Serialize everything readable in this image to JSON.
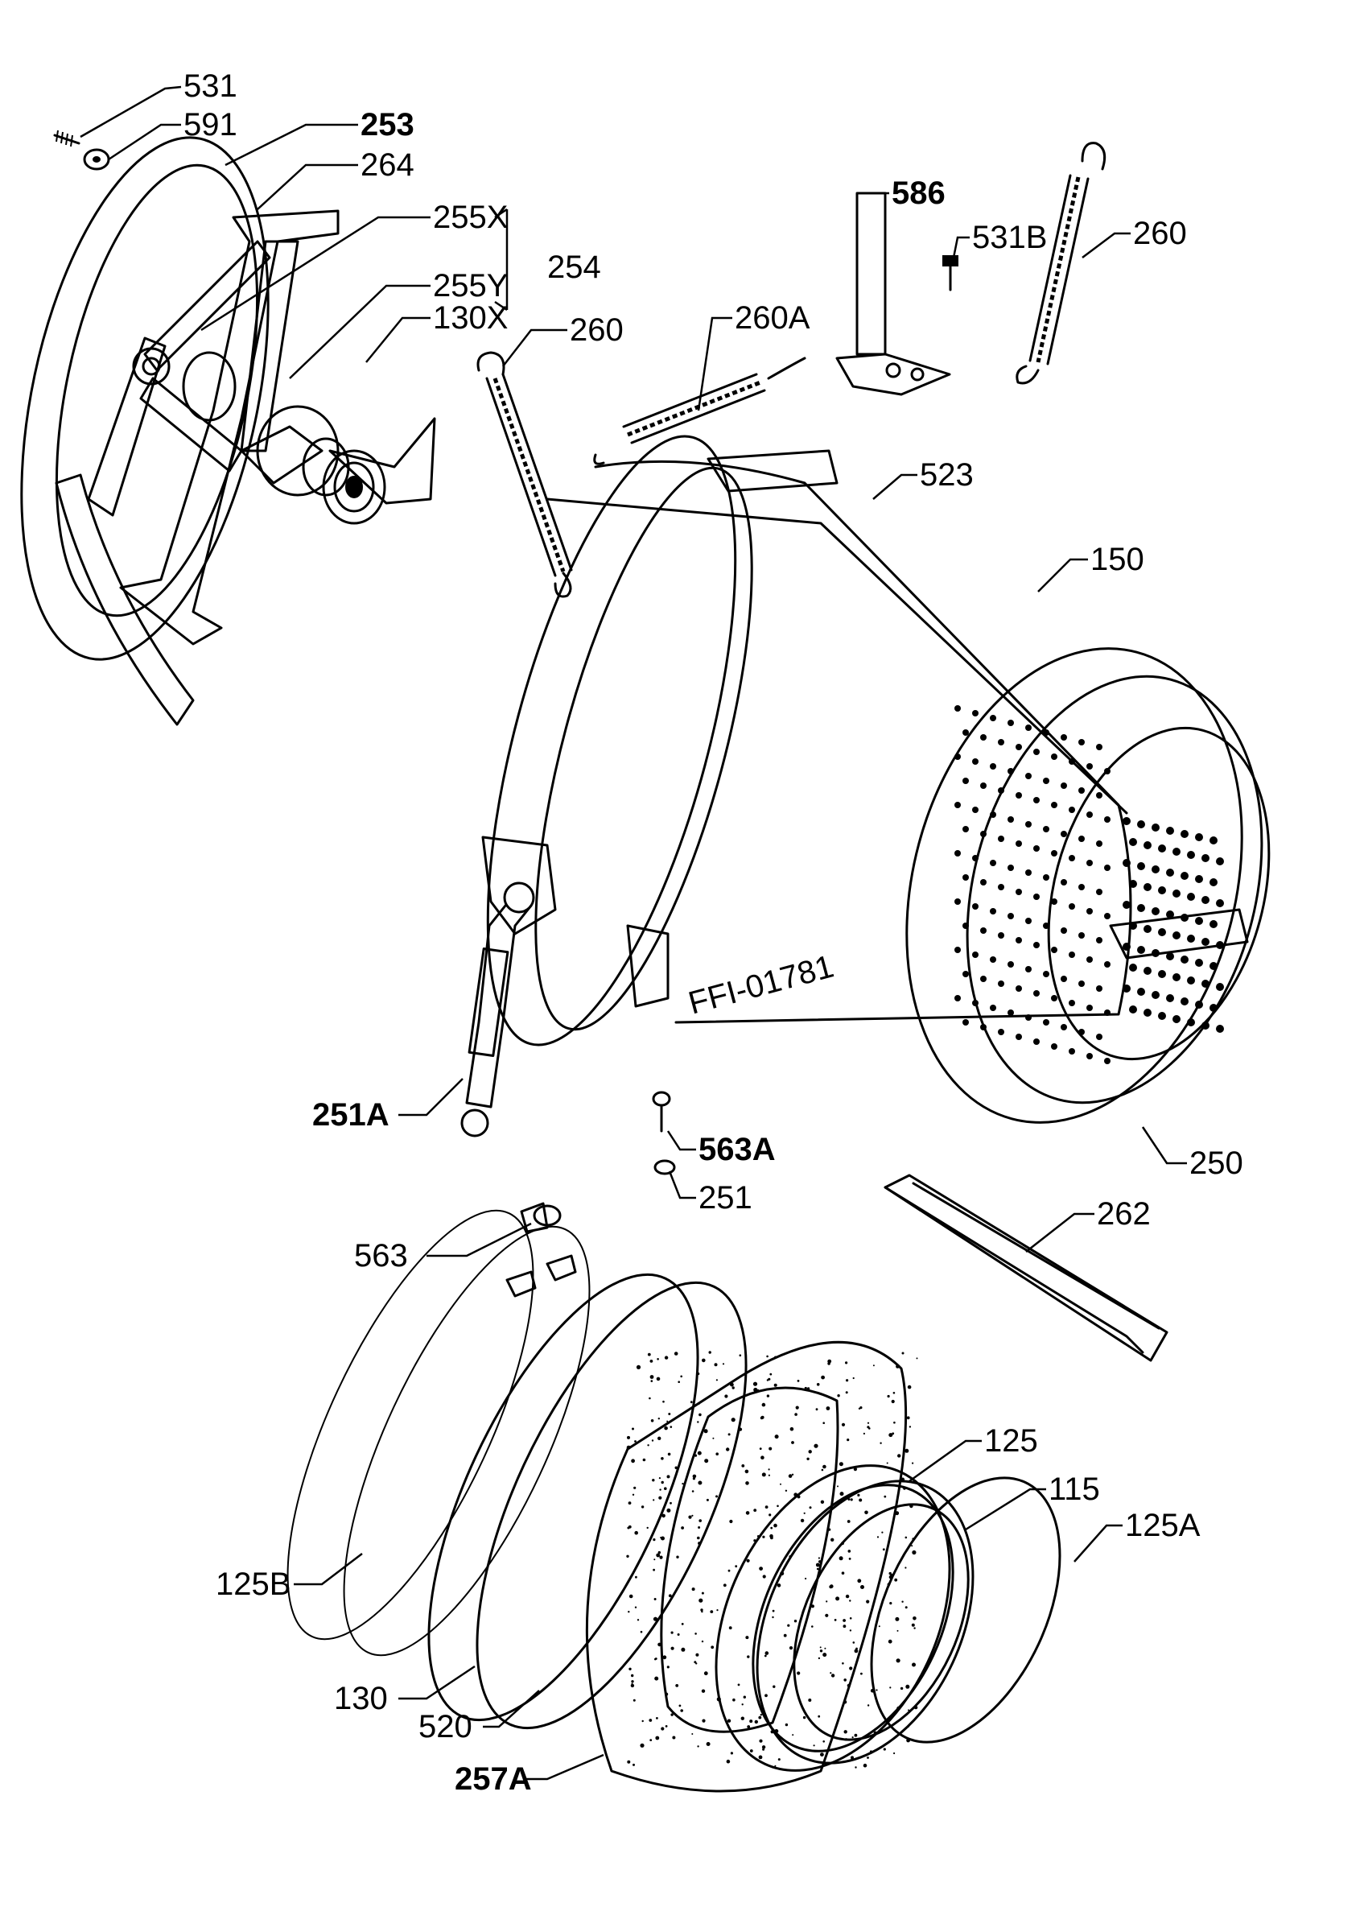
{
  "diagram": {
    "labels": [
      {
        "id": "531",
        "text": "531"
      },
      {
        "id": "591",
        "text": "591"
      },
      {
        "id": "253",
        "text": "253"
      },
      {
        "id": "264",
        "text": "264"
      },
      {
        "id": "255x",
        "text": "255X"
      },
      {
        "id": "254",
        "text": "254"
      },
      {
        "id": "255y",
        "text": "255Y"
      },
      {
        "id": "130x",
        "text": "130X"
      },
      {
        "id": "260-left",
        "text": "260"
      },
      {
        "id": "260a",
        "text": "260A"
      },
      {
        "id": "586",
        "text": "586"
      },
      {
        "id": "531b",
        "text": "531B"
      },
      {
        "id": "260-right",
        "text": "260"
      },
      {
        "id": "523",
        "text": "523"
      },
      {
        "id": "150",
        "text": "150"
      },
      {
        "id": "251a",
        "text": "251A"
      },
      {
        "id": "563a",
        "text": "563A"
      },
      {
        "id": "251",
        "text": "251"
      },
      {
        "id": "250",
        "text": "250"
      },
      {
        "id": "563",
        "text": "563"
      },
      {
        "id": "262",
        "text": "262"
      },
      {
        "id": "125",
        "text": "125"
      },
      {
        "id": "115",
        "text": "115"
      },
      {
        "id": "125a",
        "text": "125A"
      },
      {
        "id": "125b",
        "text": "125B"
      },
      {
        "id": "130",
        "text": "130"
      },
      {
        "id": "520",
        "text": "520"
      },
      {
        "id": "257a",
        "text": "257A"
      }
    ],
    "stamp_text": "FFI-01781"
  }
}
